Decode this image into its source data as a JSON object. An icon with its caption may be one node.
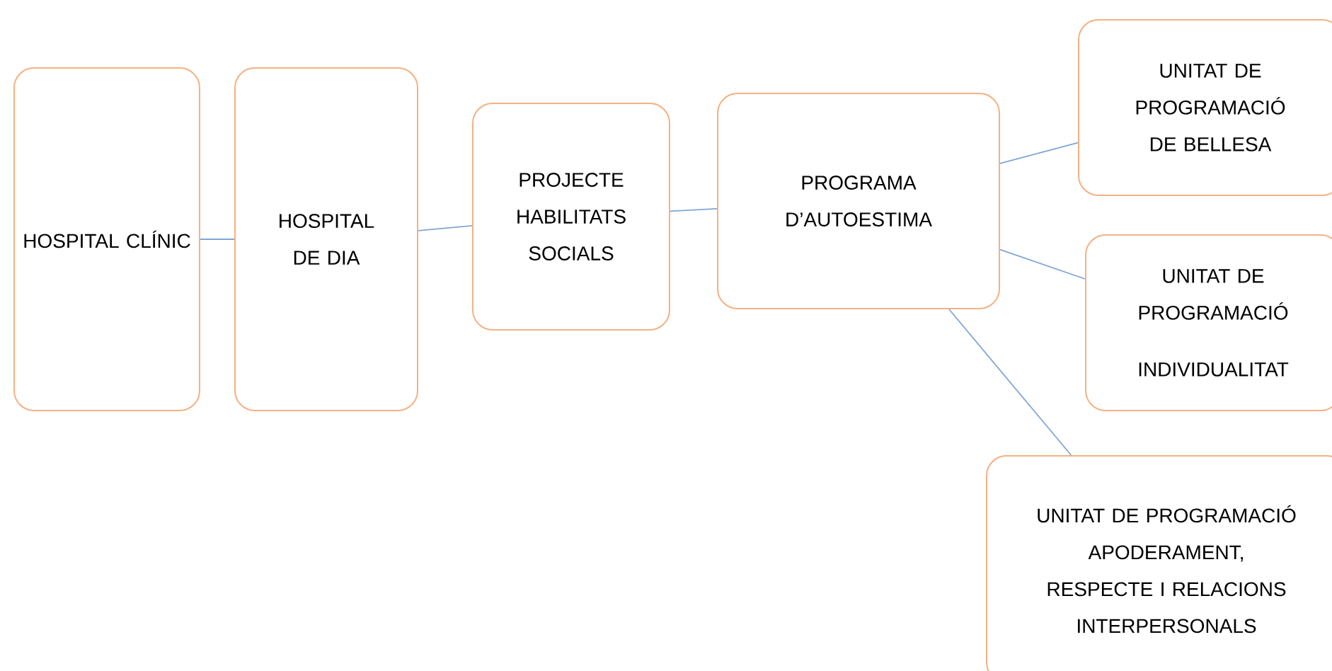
{
  "diagram": {
    "nodes": [
      {
        "text": [
          "HOSPITAL CLÍNIC"
        ]
      },
      {
        "text": [
          "HOSPITAL DE DIA"
        ]
      },
      {
        "text": [
          "PROJECTE HABILITATS SOCIALS"
        ]
      },
      {
        "text": [
          "PROGRAMA D’AUTOESTIMA"
        ]
      },
      {
        "text": [
          "UNITAT DE PROGRAMACIÓ DE BELLESA"
        ]
      },
      {
        "text": [
          "UNITAT DE PROGRAMACIÓ",
          "INDIVIDUALITAT"
        ]
      },
      {
        "text": [
          "UNITAT DE PROGRAMACIÓ APODERAMENT, RESPECTE I RELACIONS INTERPERSONALS"
        ]
      }
    ],
    "edges": [
      {
        "from": 0,
        "to": 1,
        "arrow": "none"
      },
      {
        "from": 1,
        "to": 2,
        "arrow": "none"
      },
      {
        "from": 2,
        "to": 3,
        "arrow": "none"
      },
      {
        "from": 3,
        "to": 4,
        "arrow": "none"
      },
      {
        "from": 3,
        "to": 5,
        "arrow": "none"
      },
      {
        "from": 3,
        "to": 6,
        "arrow": "none"
      }
    ]
  }
}
